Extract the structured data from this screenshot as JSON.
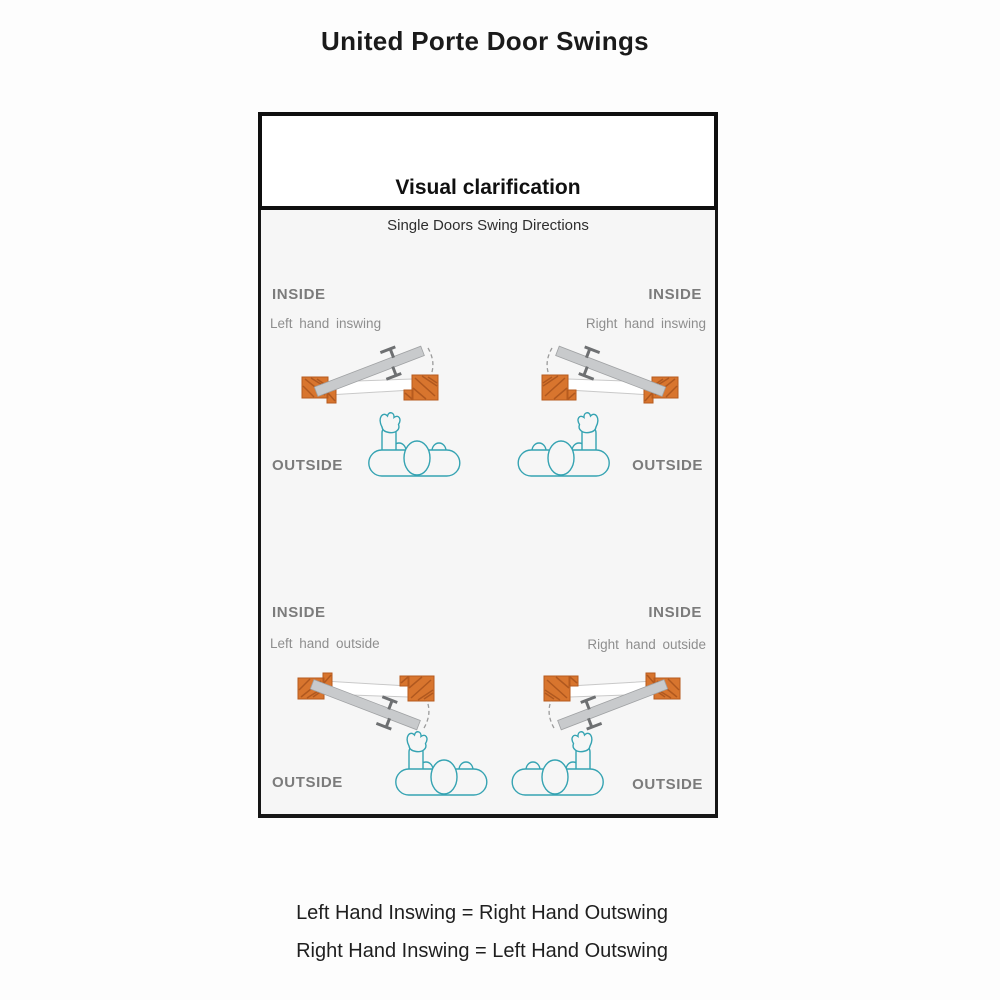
{
  "page": {
    "title": "United Porte Door Swings",
    "footer_lines": [
      "Left Hand Inswing = Right Hand Outswing",
      "Right Hand Inswing = Left Hand Outswing"
    ]
  },
  "clarification_box": {
    "header": "Visual clarification",
    "subtitle": "Single Doors Swing Directions"
  },
  "quadrants": [
    {
      "name": "left-hand-inswing",
      "inside_label": "INSIDE",
      "swing_label": "Left hand inswing",
      "outside_label": "OUTSIDE",
      "hinge_side": "left",
      "swing_direction": "inswing",
      "pointing_hand": "left"
    },
    {
      "name": "right-hand-inswing",
      "inside_label": "INSIDE",
      "swing_label": "Right hand inswing",
      "outside_label": "OUTSIDE",
      "hinge_side": "right",
      "swing_direction": "inswing",
      "pointing_hand": "right"
    },
    {
      "name": "left-hand-outswing",
      "inside_label": "INSIDE",
      "swing_label": "Left hand outside",
      "outside_label": "OUTSIDE",
      "hinge_side": "left",
      "swing_direction": "outswing",
      "pointing_hand": "left"
    },
    {
      "name": "right-hand-outswing",
      "inside_label": "INSIDE",
      "swing_label": "Right hand outside",
      "outside_label": "OUTSIDE",
      "hinge_side": "right",
      "swing_direction": "outswing",
      "pointing_hand": "right"
    }
  ],
  "colors": {
    "door_frame_orange": "#d8752e",
    "wood_grain_dark": "#a9541c",
    "door_panel_gray": "#c8cacc",
    "door_handle_gray": "#6e7072",
    "swing_arc_gray": "#9b9b9b",
    "person_teal": "#35a3b2",
    "inside_outside_label_gray": "#7b7b7b",
    "swing_label_gray": "#8e8e8e",
    "panel_background": "#f6f6f6",
    "border_black": "#161616"
  }
}
